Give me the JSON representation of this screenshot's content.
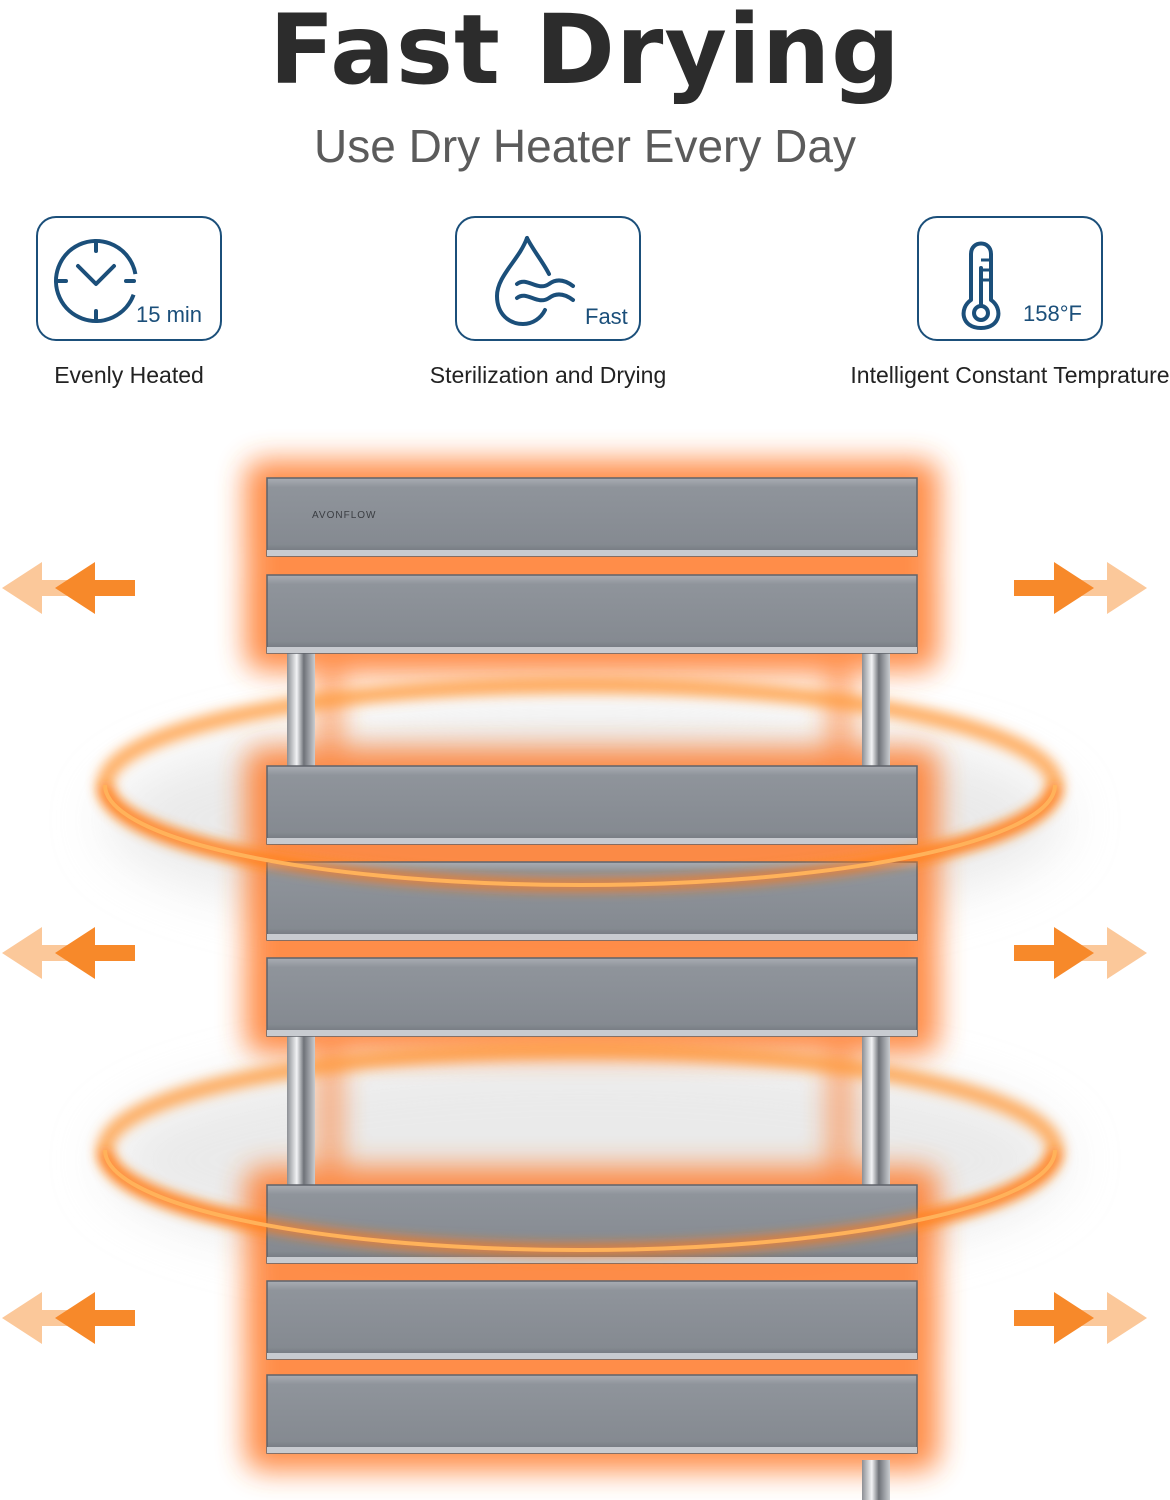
{
  "headline": "Fast Drying",
  "subheadline": "Use Dry Heater Every Day",
  "features": [
    {
      "icon": "clock-icon",
      "value": "15 min",
      "caption": "Evenly Heated"
    },
    {
      "icon": "water-drop-icon",
      "value": "Fast",
      "caption": "Sterilization and Drying"
    },
    {
      "icon": "thermometer-icon",
      "value": "158°F",
      "caption": "Intelligent Constant Temprature"
    }
  ],
  "product": {
    "brand": "AVONFLOW",
    "bars": 8,
    "arrow_rows": 3
  },
  "colors": {
    "heading": "#2c2c2c",
    "subheading": "#5b5b5b",
    "icon_outline": "#1b4f7a",
    "heat_glow": "#ff7a2a",
    "heat_ring": "#ff8a1e",
    "bar_grey": "#8a8f96",
    "arrow_orange": "#f7892a",
    "arrow_light": "#fbc89a"
  }
}
